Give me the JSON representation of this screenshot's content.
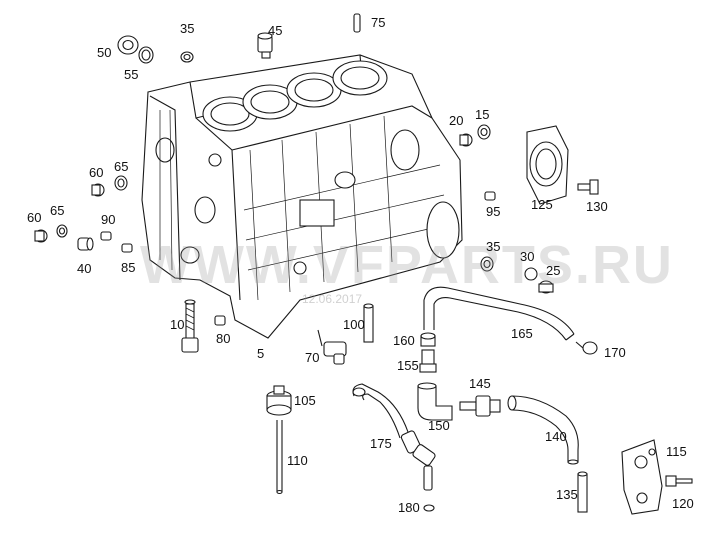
{
  "watermark": {
    "text": "WWW.VFPARTS.RU",
    "date": "12.06.2017"
  },
  "callouts": {
    "c5": "5",
    "c10": "10",
    "c15": "15",
    "c20": "20",
    "c25": "25",
    "c30": "30",
    "c35a": "35",
    "c35b": "35",
    "c40": "40",
    "c45": "45",
    "c50": "50",
    "c55": "55",
    "c60a": "60",
    "c60b": "60",
    "c65a": "65",
    "c65b": "65",
    "c70": "70",
    "c75": "75",
    "c80": "80",
    "c85": "85",
    "c90": "90",
    "c95": "95",
    "c100": "100",
    "c105": "105",
    "c110": "110",
    "c115": "115",
    "c120": "120",
    "c125": "125",
    "c130": "130",
    "c135": "135",
    "c140": "140",
    "c145": "145",
    "c150": "150",
    "c155": "155",
    "c160": "160",
    "c165": "165",
    "c170": "170",
    "c175": "175",
    "c180": "180"
  }
}
